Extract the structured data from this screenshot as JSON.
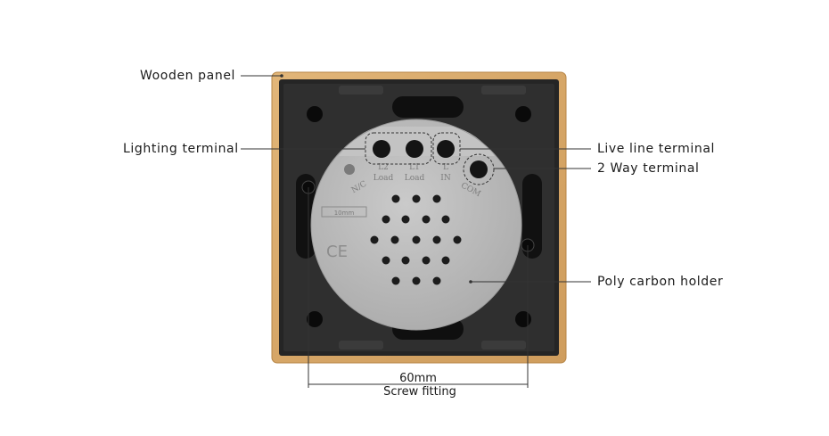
{
  "callouts": {
    "wooden_panel": "Wooden panel",
    "lighting_terminal": "Lighting terminal",
    "live_line_terminal": "Live line terminal",
    "two_way_terminal": "2 Way terminal",
    "poly_carbon_holder": "Poly carbon holder"
  },
  "dimension": {
    "value": "60mm",
    "caption": "Screw fitting"
  },
  "terminal_marks": {
    "l2_load": [
      "L2",
      "Load"
    ],
    "l1_load": [
      "L1",
      "Load"
    ],
    "l_in": [
      "L",
      "IN"
    ],
    "com": "COM",
    "nc": "N/C",
    "ce": "CE",
    "strip": "10mm"
  },
  "colors": {
    "wood": "#d8a96a",
    "plate": "#252525",
    "holder": "#bcbcbc",
    "line": "#333333"
  }
}
